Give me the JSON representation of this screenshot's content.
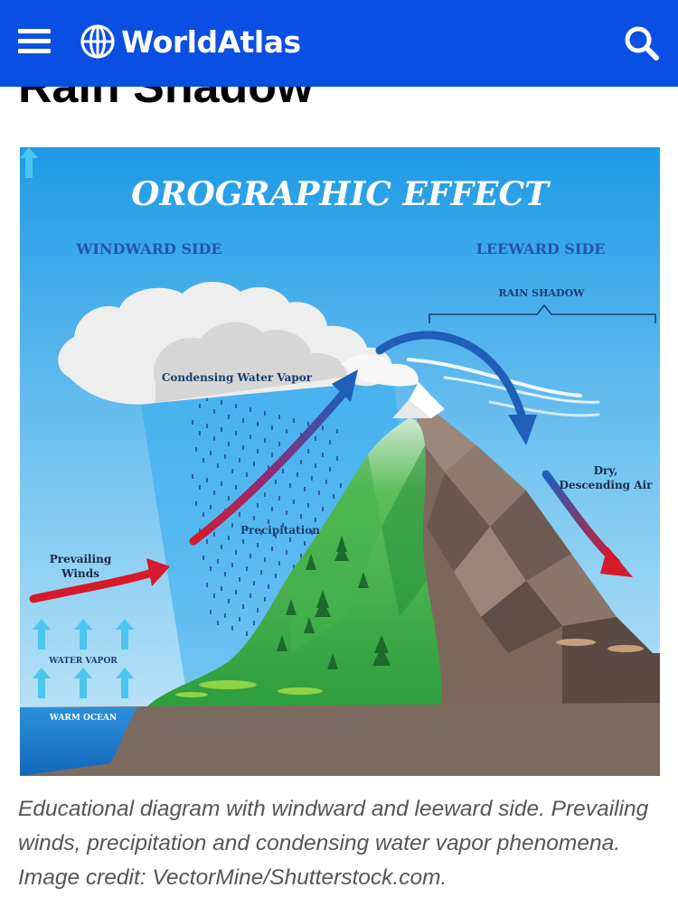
{
  "header": {
    "brand": "WorldAtlas",
    "menu_icon": "hamburger-menu-icon",
    "logo_icon": "globe-icon",
    "search_icon": "search-icon",
    "background_color": "#0a4fe3"
  },
  "article": {
    "title": "Rain Shadow"
  },
  "figure": {
    "heading": "OROGRAPHIC EFFECT",
    "windward_label": "WINDWARD SIDE",
    "leeward_label": "LEEWARD SIDE",
    "rain_shadow_label": "RAIN SHADOW",
    "condensing_label": "Condensing Water Vapor",
    "precipitation_label": "Precipitation",
    "prevailing_winds_line1": "Prevailing",
    "prevailing_winds_line2": "Winds",
    "dry_air_line1": "Dry,",
    "dry_air_line2": "Descending Air",
    "water_vapor_label": "WATER VAPOR",
    "warm_ocean_label": "WARM OCEAN"
  },
  "caption": {
    "text": "Educational diagram with windward and leeward side. Prevailing winds, precipitation and condensing water vapor phenomena. Image credit: VectorMine/Shutterstock.com."
  },
  "colors": {
    "sky_top": "#1d9ae6",
    "sky_bottom": "#bfe4f7",
    "heading_text": "#ffffff",
    "label_text": "#1a4a8a",
    "warm_arrow": "#d61a2a",
    "cool_arrow": "#1f5fb8",
    "mountain_green": "#2fa340",
    "mountain_brown": "#7d675b",
    "ground": "#7b6a5f",
    "ocean": "#1a7fd0"
  }
}
